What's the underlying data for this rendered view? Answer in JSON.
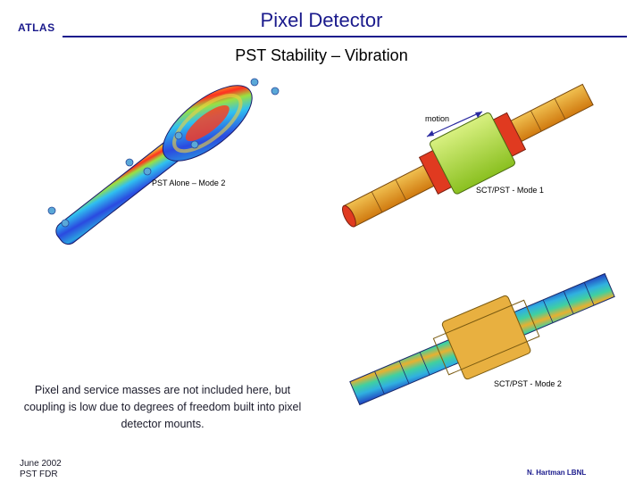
{
  "header": {
    "logo_text": "ATLAS",
    "title": "Pixel Detector",
    "subtitle": "PST Stability – Vibration"
  },
  "figures": {
    "left": {
      "caption": "PST Alone – Mode 2"
    },
    "top_right": {
      "caption": "SCT/PST  - Mode 1",
      "motion_label": "motion"
    },
    "bottom_right": {
      "caption": "SCT/PST  - Mode 2"
    }
  },
  "body_text": "Pixel and service masses are not included here, but coupling is low due to degrees of freedom built into pixel detector mounts.",
  "footer": {
    "date_line1": "June 2002",
    "date_line2": "PST FDR",
    "author": "N. Hartman LBNL"
  }
}
